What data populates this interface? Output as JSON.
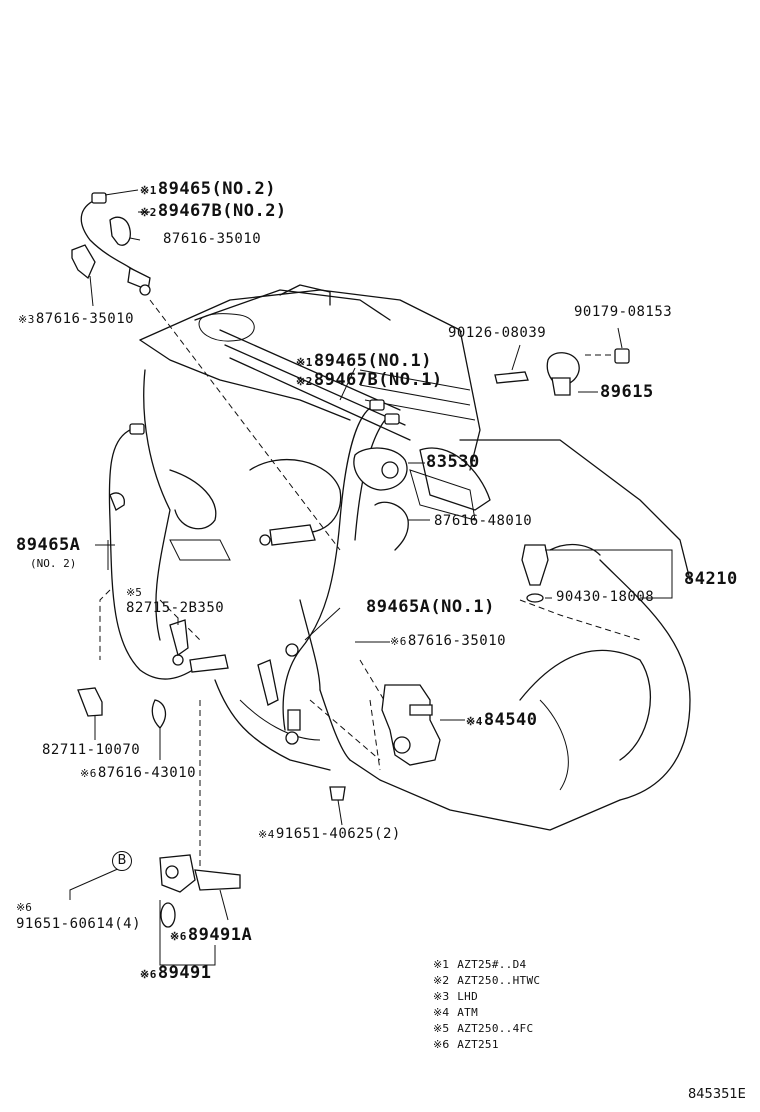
{
  "labels": {
    "p1": {
      "mark": "※1",
      "code": "89465(NO.2)"
    },
    "p2": {
      "mark": "※2",
      "code": "89467B(NO.2)"
    },
    "p3": {
      "code": "87616-35010"
    },
    "p4": {
      "mark": "※3",
      "code": "87616-35010"
    },
    "p5": {
      "code": "90179-08153"
    },
    "p6": {
      "code": "90126-08039"
    },
    "p7": {
      "mark": "※1",
      "code": "89465(NO.1)"
    },
    "p8": {
      "mark": "※2",
      "code": "89467B(NO.1)"
    },
    "p9": {
      "code": "89615"
    },
    "p10": {
      "code": "83530"
    },
    "p11": {
      "code": "87616-48010"
    },
    "p12": {
      "code": "89465A",
      "sub": "(NO. 2)"
    },
    "p13": {
      "code": "84210"
    },
    "p14": {
      "mark": "※5",
      "code": "82715-2B350"
    },
    "p15": {
      "code": "90430-18008"
    },
    "p16": {
      "code": "89465A(NO.1)"
    },
    "p17": {
      "mark": "※6",
      "code": "87616-35010"
    },
    "p18": {
      "mark": "※4",
      "code": "84540"
    },
    "p19": {
      "code": "82711-10070"
    },
    "p20": {
      "mark": "※6",
      "code": "87616-43010"
    },
    "p21": {
      "mark": "※4",
      "code": "91651-40625(2)"
    },
    "p22": {
      "mark": "※6",
      "code": "91651-60614(4)"
    },
    "p23": {
      "mark": "※6",
      "code": "89491A"
    },
    "p24": {
      "mark": "※6",
      "code": "89491"
    },
    "callout_b": "B"
  },
  "legend": [
    {
      "mark": "※1",
      "text": "AZT25#..D4"
    },
    {
      "mark": "※2",
      "text": "AZT250..HTWC"
    },
    {
      "mark": "※3",
      "text": "LHD"
    },
    {
      "mark": "※4",
      "text": "ATM"
    },
    {
      "mark": "※5",
      "text": "AZT250..4FC"
    },
    {
      "mark": "※6",
      "text": "AZT251"
    }
  ],
  "figure_id": "845351E"
}
